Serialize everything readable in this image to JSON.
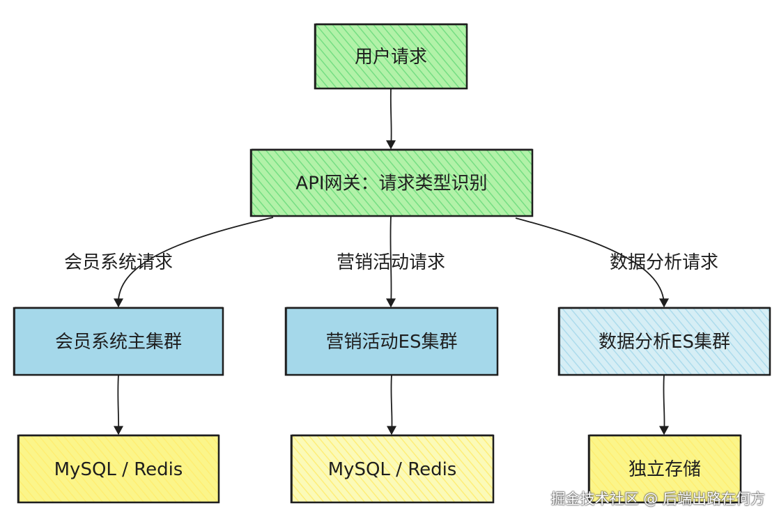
{
  "nodes": [
    {
      "id": "user-request",
      "label": "用户请求",
      "fill": "#b2f2a8",
      "hatch": "#69db7c"
    },
    {
      "id": "api-gateway",
      "label": "API网关：请求类型识别",
      "fill": "#b2f2a8",
      "hatch": "#69db7c"
    },
    {
      "id": "member-cluster",
      "label": "会员系统主集群",
      "fill": "#a5d8ea",
      "hatch": "#a5d8ea"
    },
    {
      "id": "marketing-cluster",
      "label": "营销活动ES集群",
      "fill": "#a5d8ea",
      "hatch": "#a5d8ea"
    },
    {
      "id": "analytics-cluster",
      "label": "数据分析ES集群",
      "fill": "#d6eef5",
      "hatch": "#a5d8ea"
    },
    {
      "id": "storage-1",
      "label": "MySQL / Redis",
      "fill": "#fbf58a",
      "hatch": "#ffec6e"
    },
    {
      "id": "storage-2",
      "label": "MySQL / Redis",
      "fill": "#fbfab8",
      "hatch": "#ffec6e"
    },
    {
      "id": "storage-3",
      "label": "独立存储",
      "fill": "#fbf58a",
      "hatch": "#ffec6e"
    }
  ],
  "edges": [
    {
      "from": "user-request",
      "to": "api-gateway",
      "label": ""
    },
    {
      "from": "api-gateway",
      "to": "member-cluster",
      "label": "会员系统请求"
    },
    {
      "from": "api-gateway",
      "to": "marketing-cluster",
      "label": "营销活动请求"
    },
    {
      "from": "api-gateway",
      "to": "analytics-cluster",
      "label": "数据分析请求"
    },
    {
      "from": "member-cluster",
      "to": "storage-1",
      "label": ""
    },
    {
      "from": "marketing-cluster",
      "to": "storage-2",
      "label": ""
    },
    {
      "from": "analytics-cluster",
      "to": "storage-3",
      "label": ""
    }
  ],
  "watermark": "掘金技术社区 @ 后端出路在何方",
  "colors": {
    "stroke": "#1e1e1e"
  }
}
